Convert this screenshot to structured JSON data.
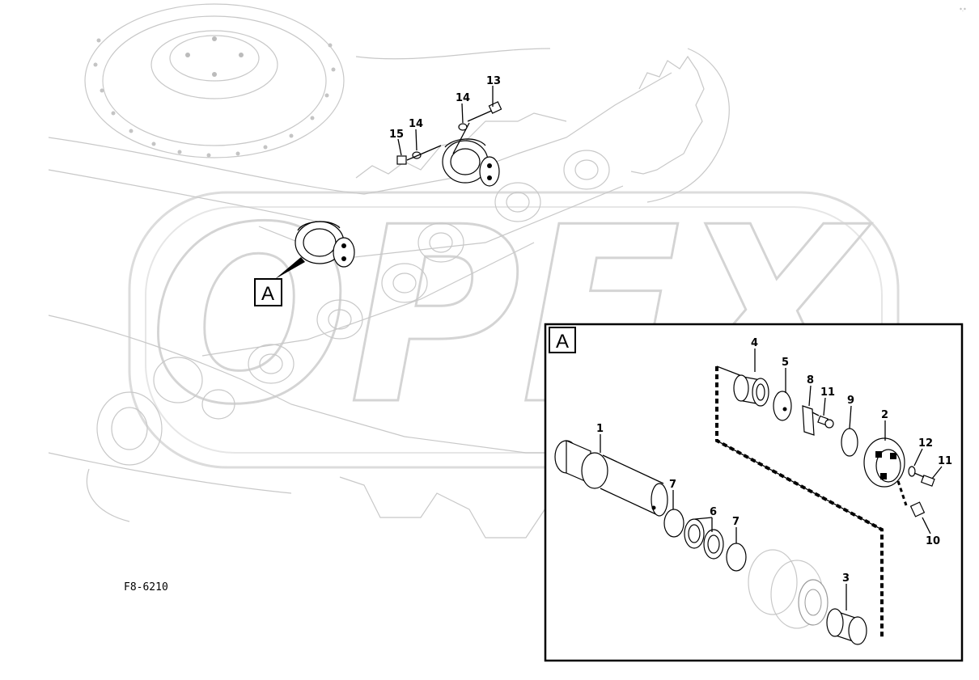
{
  "figure_code": "F8-6210",
  "watermark": "OPEX",
  "detail_marker": "A",
  "detail_box_label": "A",
  "corner_mark": "*.*",
  "callouts": [
    {
      "num": "13",
      "name": "callout-13-bolt"
    },
    {
      "num": "14",
      "name": "callout-14-washer-upper"
    },
    {
      "num": "14",
      "name": "callout-14-washer-lower"
    },
    {
      "num": "15",
      "name": "callout-15-nut"
    },
    {
      "num": "1",
      "name": "callout-1-shaft"
    },
    {
      "num": "2",
      "name": "callout-2-collar"
    },
    {
      "num": "3",
      "name": "callout-3-bushing"
    },
    {
      "num": "4",
      "name": "callout-4-bushing"
    },
    {
      "num": "5",
      "name": "callout-5-thrust-plate"
    },
    {
      "num": "6",
      "name": "callout-6-seal"
    },
    {
      "num": "7",
      "name": "callout-7-o-ring-left"
    },
    {
      "num": "7",
      "name": "callout-7-o-ring-right"
    },
    {
      "num": "8",
      "name": "callout-8-lock-plate"
    },
    {
      "num": "9",
      "name": "callout-9-o-ring"
    },
    {
      "num": "10",
      "name": "callout-10-plug"
    },
    {
      "num": "11",
      "name": "callout-11-bolt-upper"
    },
    {
      "num": "11",
      "name": "callout-11-bolt-lower"
    },
    {
      "num": "12",
      "name": "callout-12-washer"
    }
  ]
}
